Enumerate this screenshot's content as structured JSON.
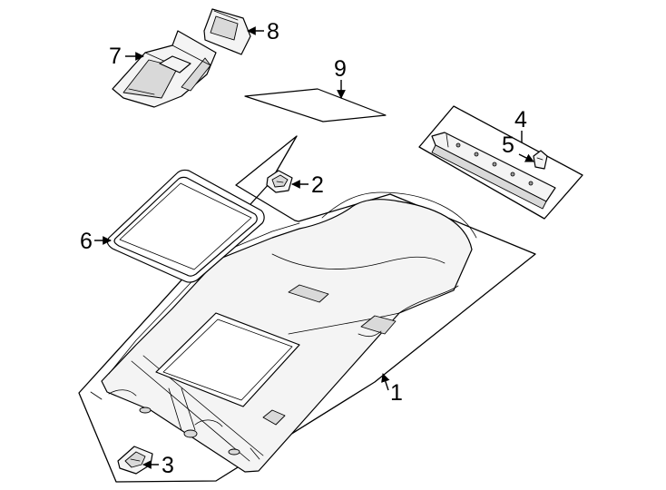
{
  "callouts": {
    "c1": "1",
    "c2": "2",
    "c3": "3",
    "c4": "4",
    "c5": "5",
    "c6": "6",
    "c7": "7",
    "c8": "8",
    "c9": "9"
  },
  "icons": {
    "arrowhead": "filled-triangle-arrow"
  },
  "colors": {
    "line": "#000000",
    "background": "#ffffff",
    "part_fill": "#f4f4f4",
    "shade_fill": "#d9d9d9"
  }
}
